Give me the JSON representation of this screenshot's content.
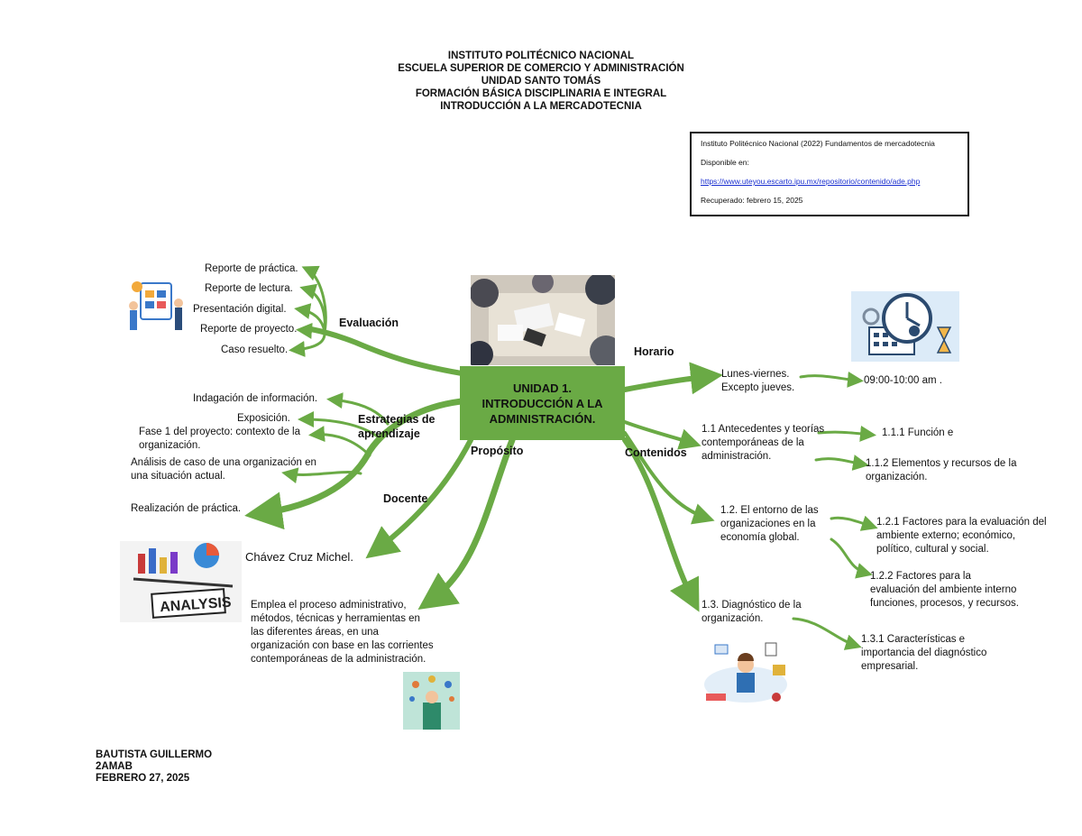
{
  "header": {
    "lines": [
      "INSTITUTO POLITÉCNICO NACIONAL",
      "ESCUELA SUPERIOR DE COMERCIO Y ADMINISTRACIÓN",
      "UNIDAD SANTO TOMÁS",
      "FORMACIÓN BÁSICA DISCIPLINARIA E INTEGRAL",
      "INTRODUCCIÓN A LA MERCADOTECNIA"
    ]
  },
  "reference": {
    "citation": "Instituto Politécnico Nacional (2022) Fundamentos de mercadotecnia",
    "available": "Disponible en:",
    "link": "https://www.uteyou.escarto.ipu.mx/repositorio/contenido/ade.php",
    "retrieved": "Recuperado: febrero 15, 2025"
  },
  "center": {
    "title": "UNIDAD 1. INTRODUCCIÓN A LA ADMINISTRACIÓN."
  },
  "categories": {
    "evaluacion": "Evaluación",
    "estrategias": "Estrategias de aprendizaje",
    "docente": "Docente",
    "proposito": "Propósito",
    "horario": "Horario",
    "contenidos": "Contenidos"
  },
  "evaluacion_items": [
    "Reporte de práctica.",
    "Reporte de lectura.",
    "Presentación digital.",
    "Reporte de proyecto.",
    "Caso resuelto."
  ],
  "estrategias_items": [
    "Indagación de información.",
    "Exposición.",
    "Fase 1 del proyecto: contexto de la organización.",
    "Análisis de caso de una organización en una situación actual.",
    "Realización de práctica."
  ],
  "docente_name": "Chávez Cruz Michel.",
  "proposito_text": "Emplea el proceso administrativo, métodos, técnicas y herramientas en las diferentes áreas, en una organización con base en las corrientes contemporáneas de la administración.",
  "horario": {
    "days": "Lunes-viernes.",
    "except": "Excepto jueves.",
    "time": "09:00-10:00 am ."
  },
  "contenidos": {
    "t1": "1.1 Antecedentes y teorías contemporáneas de la administración.",
    "t1_1": "1.1.1 Función e",
    "t1_2": "1.1.2 Elementos y recursos de la organización.",
    "t2": "1.2. El entorno de las organizaciones en la economía global.",
    "t2_1": "1.2.1 Factores para la evaluación del ambiente externo; económico, político, cultural y social.",
    "t2_2": "1.2.2 Factores para la evaluación del ambiente interno funciones, procesos, y recursos.",
    "t3": "1.3. Diagnóstico de la organización.",
    "t3_1": "1.3.1 Características e importancia del diagnóstico empresarial."
  },
  "illustrations": {
    "analysis_label": "ANALYSIS"
  },
  "footer": {
    "name": "BAUTISTA GUILLERMO",
    "group": "2AMAB",
    "date": "FEBRERO 27, 2025"
  },
  "colors": {
    "branch": "#6aaa45",
    "center_fill": "#6aaa45",
    "link": "#1a2fd0"
  }
}
